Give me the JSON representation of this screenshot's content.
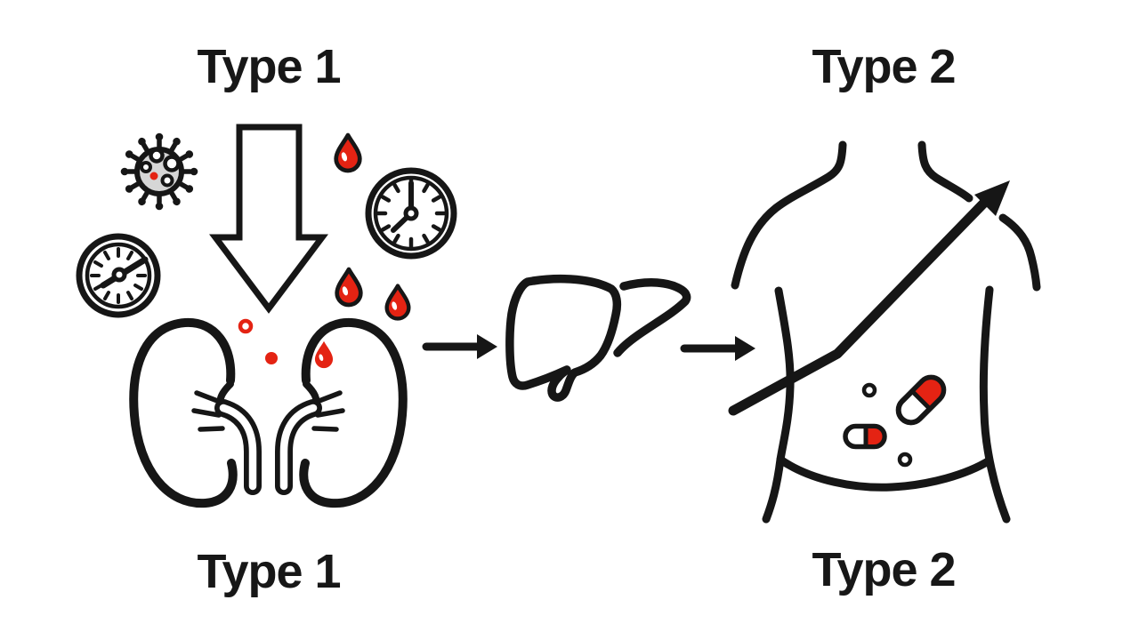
{
  "labels": {
    "top_left": "Type 1",
    "top_right": "Type 2",
    "bottom_left": "Type 1",
    "bottom_right": "Type 2"
  },
  "colors": {
    "line_black": "#161616",
    "accent_red": "#e42313",
    "virus_gray": "#d6d6d6",
    "background": "#ffffff"
  },
  "sections": {
    "type1_left": {
      "label": "Type 1",
      "icons": [
        "virus-icon",
        "pressure-gauge-icon",
        "large-down-arrow-icon",
        "blood-drop-icon",
        "clock-icon",
        "kidneys-icon"
      ]
    },
    "flow_middle": {
      "icons": [
        "flow-arrow-left-icon",
        "liver-icon",
        "flow-arrow-right-icon"
      ]
    },
    "type2_right": {
      "label": "Type 2",
      "icons": [
        "torso-icon",
        "rising-trend-arrow-icon",
        "capsule-pill-icon"
      ]
    }
  }
}
